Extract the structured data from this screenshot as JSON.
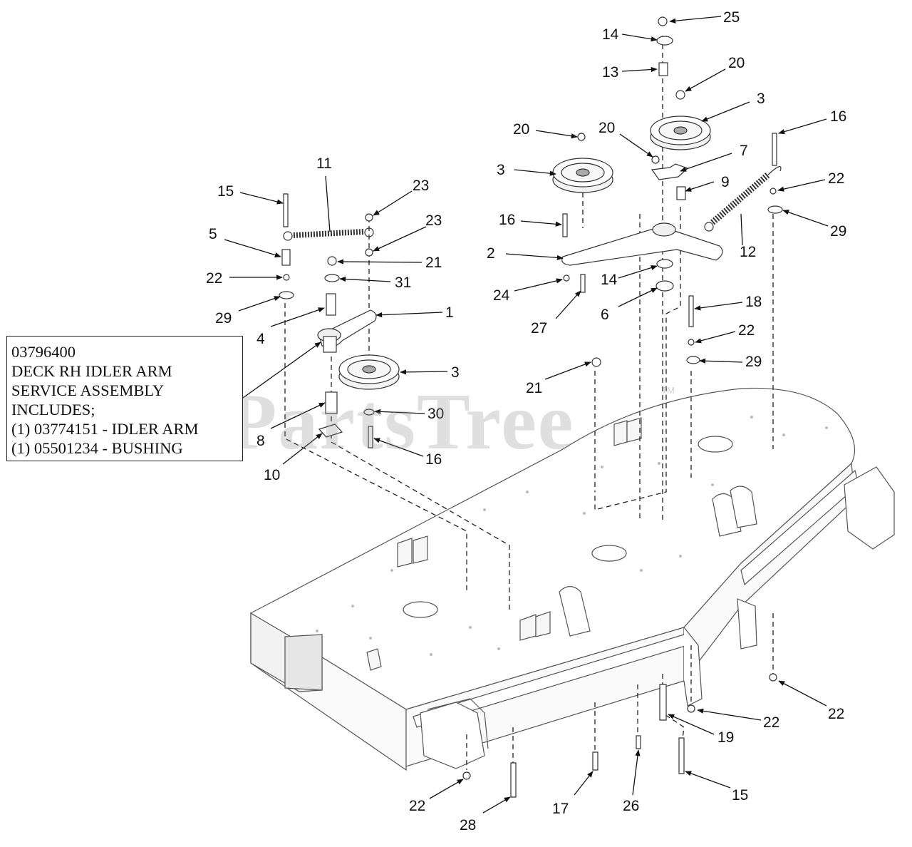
{
  "watermark": {
    "text": "PartsTree",
    "tm": "TM"
  },
  "service_label": {
    "lines": [
      "03796400",
      "DECK RH IDLER ARM",
      "SERVICE ASSEMBLY",
      "INCLUDES;",
      "(1) 03774151 - IDLER ARM",
      "(1) 05501234 - BUSHING"
    ]
  },
  "callouts": [
    {
      "id": "c25a",
      "text": "25"
    },
    {
      "id": "c14a",
      "text": "14"
    },
    {
      "id": "c13",
      "text": "13"
    },
    {
      "id": "c20a",
      "text": "20"
    },
    {
      "id": "c3a",
      "text": "3"
    },
    {
      "id": "c16a",
      "text": "16"
    },
    {
      "id": "c20b",
      "text": "20"
    },
    {
      "id": "c20c",
      "text": "20"
    },
    {
      "id": "c7",
      "text": "7"
    },
    {
      "id": "c3b",
      "text": "3"
    },
    {
      "id": "c9",
      "text": "9"
    },
    {
      "id": "c22a",
      "text": "22"
    },
    {
      "id": "c11",
      "text": "11"
    },
    {
      "id": "c15a",
      "text": "15"
    },
    {
      "id": "c23a",
      "text": "23"
    },
    {
      "id": "c16b",
      "text": "16"
    },
    {
      "id": "c29a",
      "text": "29"
    },
    {
      "id": "c23b",
      "text": "23"
    },
    {
      "id": "c5",
      "text": "5"
    },
    {
      "id": "c2",
      "text": "2"
    },
    {
      "id": "c12",
      "text": "12"
    },
    {
      "id": "c21a",
      "text": "21"
    },
    {
      "id": "c22b",
      "text": "22"
    },
    {
      "id": "c31",
      "text": "31"
    },
    {
      "id": "c14b",
      "text": "14"
    },
    {
      "id": "c24",
      "text": "24"
    },
    {
      "id": "c18",
      "text": "18"
    },
    {
      "id": "c29b",
      "text": "29"
    },
    {
      "id": "c1",
      "text": "1"
    },
    {
      "id": "c6",
      "text": "6"
    },
    {
      "id": "c27",
      "text": "27"
    },
    {
      "id": "c22c",
      "text": "22"
    },
    {
      "id": "c4",
      "text": "4"
    },
    {
      "id": "c29c",
      "text": "29"
    },
    {
      "id": "c3c",
      "text": "3"
    },
    {
      "id": "c21b",
      "text": "21"
    },
    {
      "id": "c30",
      "text": "30"
    },
    {
      "id": "c8",
      "text": "8"
    },
    {
      "id": "c16c",
      "text": "16"
    },
    {
      "id": "c10",
      "text": "10"
    },
    {
      "id": "c22d",
      "text": "22"
    },
    {
      "id": "c19",
      "text": "19"
    },
    {
      "id": "c22e",
      "text": "22"
    },
    {
      "id": "c22f",
      "text": "22"
    },
    {
      "id": "c17",
      "text": "17"
    },
    {
      "id": "c26",
      "text": "26"
    },
    {
      "id": "c15b",
      "text": "15"
    },
    {
      "id": "c28",
      "text": "28"
    }
  ]
}
